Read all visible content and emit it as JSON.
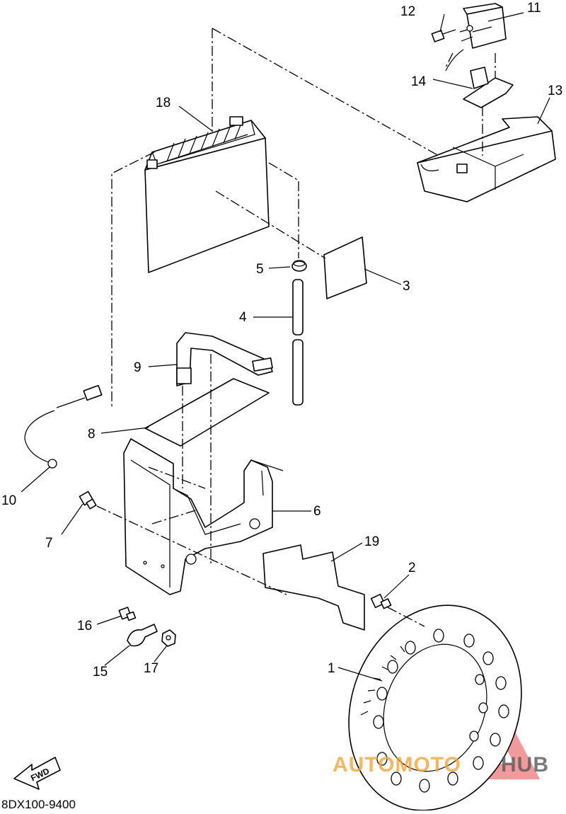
{
  "diagram": {
    "callouts": [
      {
        "id": "c1",
        "text": "1"
      },
      {
        "id": "c2",
        "text": "2"
      },
      {
        "id": "c3",
        "text": "3"
      },
      {
        "id": "c4",
        "text": "4"
      },
      {
        "id": "c5",
        "text": "5"
      },
      {
        "id": "c6",
        "text": "6"
      },
      {
        "id": "c7",
        "text": "7"
      },
      {
        "id": "c8",
        "text": "8"
      },
      {
        "id": "c9",
        "text": "9"
      },
      {
        "id": "c10",
        "text": "10"
      },
      {
        "id": "c11",
        "text": "11"
      },
      {
        "id": "c12",
        "text": "12"
      },
      {
        "id": "c13",
        "text": "13"
      },
      {
        "id": "c14",
        "text": "14"
      },
      {
        "id": "c15",
        "text": "15"
      },
      {
        "id": "c16",
        "text": "16"
      },
      {
        "id": "c17",
        "text": "17"
      },
      {
        "id": "c18",
        "text": "18"
      },
      {
        "id": "c19",
        "text": "19"
      }
    ],
    "fwd_label": "FWD",
    "drawing_code": "8DX100-9400"
  },
  "watermark": {
    "brand_part1": "AUTOMOTO",
    "brand_part2": "HUB",
    "color_primary": "#e8474a",
    "color_secondary": "#f3a33a",
    "color_tertiary": "#5a5a5a"
  }
}
